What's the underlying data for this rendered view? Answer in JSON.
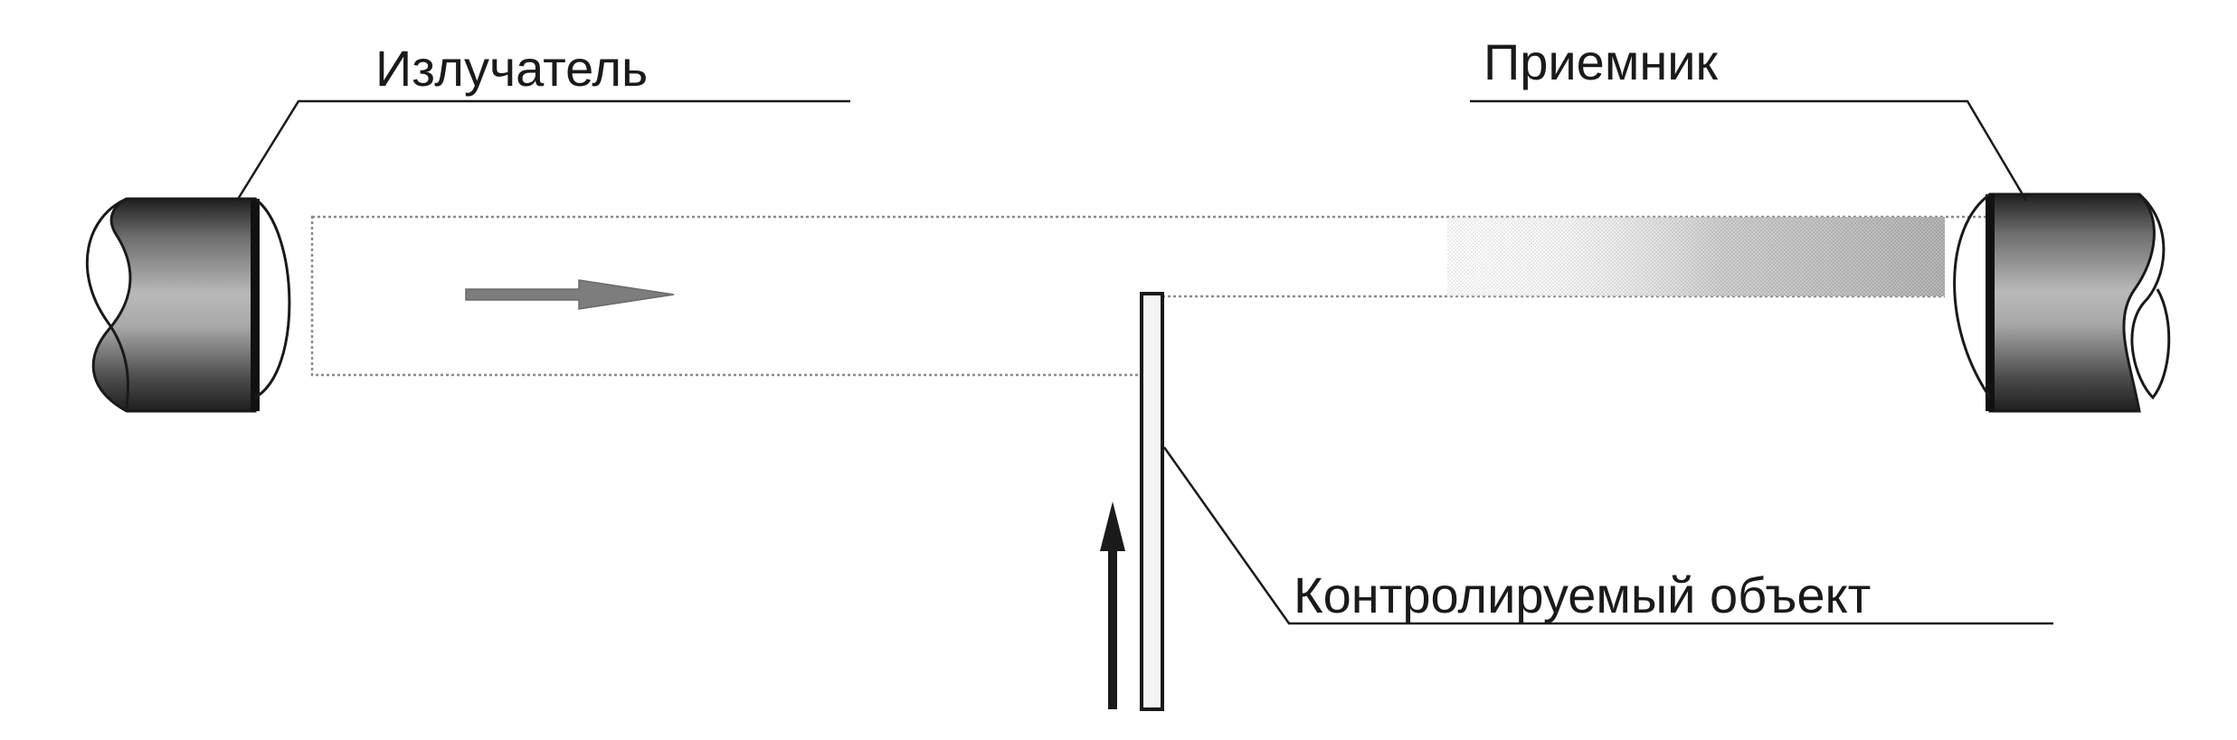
{
  "labels": {
    "emitter": "Излучатель",
    "receiver": "Приемник",
    "object": "Контролируемый объект"
  },
  "colors": {
    "ink": "#1a1a1a",
    "beam_outline": "#8a8a8a",
    "beam_dark": "#6a6a6a",
    "arrow_gray": "#7d7d7d"
  },
  "icons": {
    "emitter": "cylinder-icon",
    "receiver": "cylinder-icon",
    "beam_arrow": "arrow-right-icon",
    "motion_arrow": "arrow-up-icon"
  }
}
